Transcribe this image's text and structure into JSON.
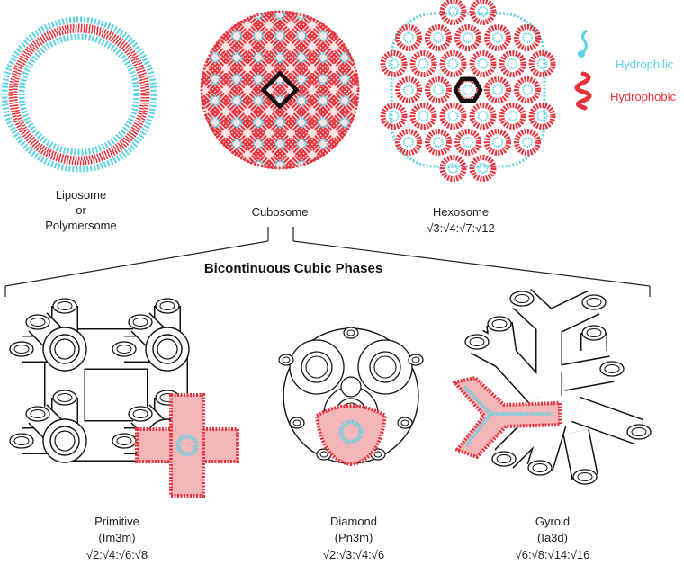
{
  "colors": {
    "hydrophilic": "#5fd3e6",
    "hydrophobic": "#e8323c",
    "outline": "#111111",
    "fill_light": "#f4b6b8"
  },
  "legend": {
    "hydrophilic_label": "Hydrophilic",
    "hydrophobic_label": "Hydrophobic"
  },
  "top": {
    "liposome": {
      "line1": "Liposome",
      "line2": "or",
      "line3": "Polymersome"
    },
    "cubosome": {
      "line1": "Cubosome"
    },
    "hexosome": {
      "line1": "Hexosome",
      "line2": "√3:√4:√7:√12"
    }
  },
  "section_title": "Bicontinuous Cubic Phases",
  "phases": {
    "primitive": {
      "name": "Primitive",
      "group": "(Im3m)",
      "ratio": "√2:√4:√6:√8"
    },
    "diamond": {
      "name": "Diamond",
      "group": "(Pn3m)",
      "ratio": "√2:√3:√4:√6"
    },
    "gyroid": {
      "name": "Gyroid",
      "group": "(Ia3d)",
      "ratio": "√6:√8:√14:√16"
    }
  }
}
